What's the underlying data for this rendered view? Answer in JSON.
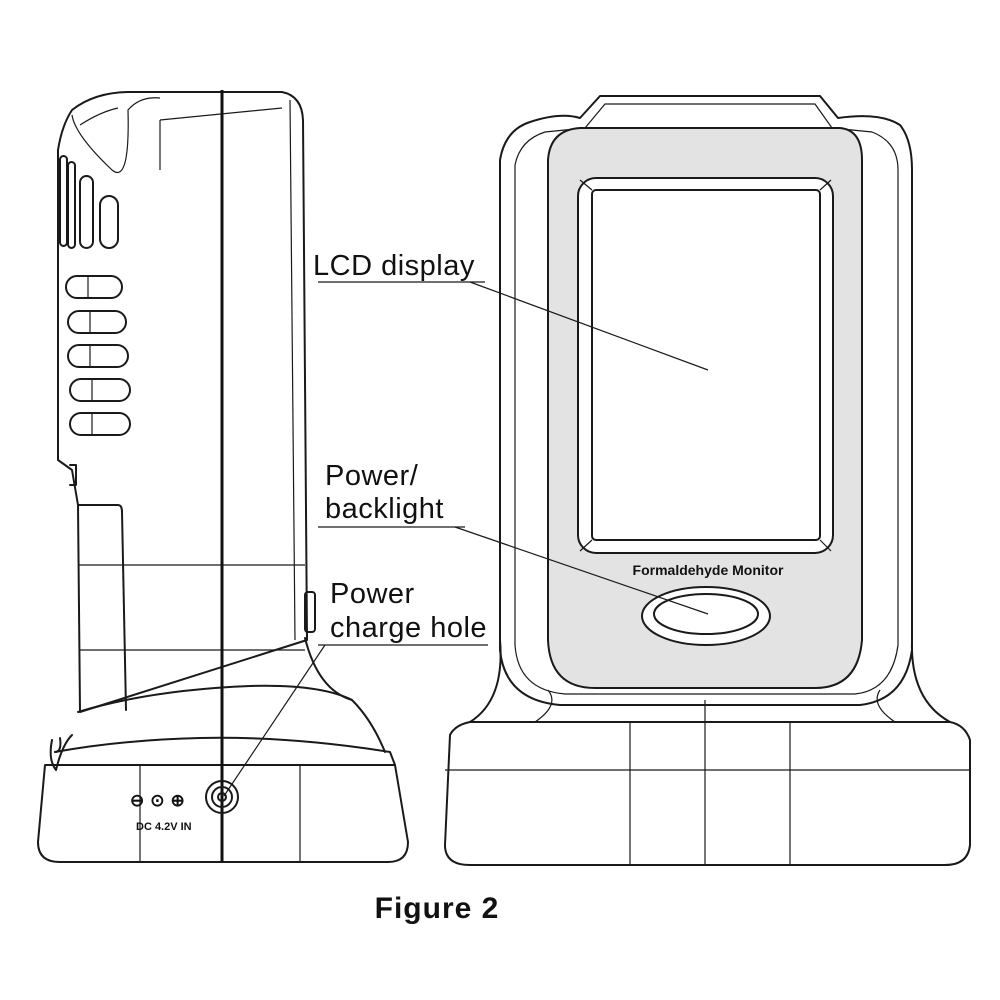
{
  "labels": {
    "lcd": "LCD display",
    "power_line1": "Power/",
    "power_line2": "backlight",
    "charge_line1": "Power",
    "charge_line2": "charge hole"
  },
  "device": {
    "name": "Formaldehyde Monitor",
    "port_label": "DC 4.2V IN",
    "polarity": [
      "⊖",
      "⊙",
      "⊕"
    ]
  },
  "caption": "Figure 2"
}
